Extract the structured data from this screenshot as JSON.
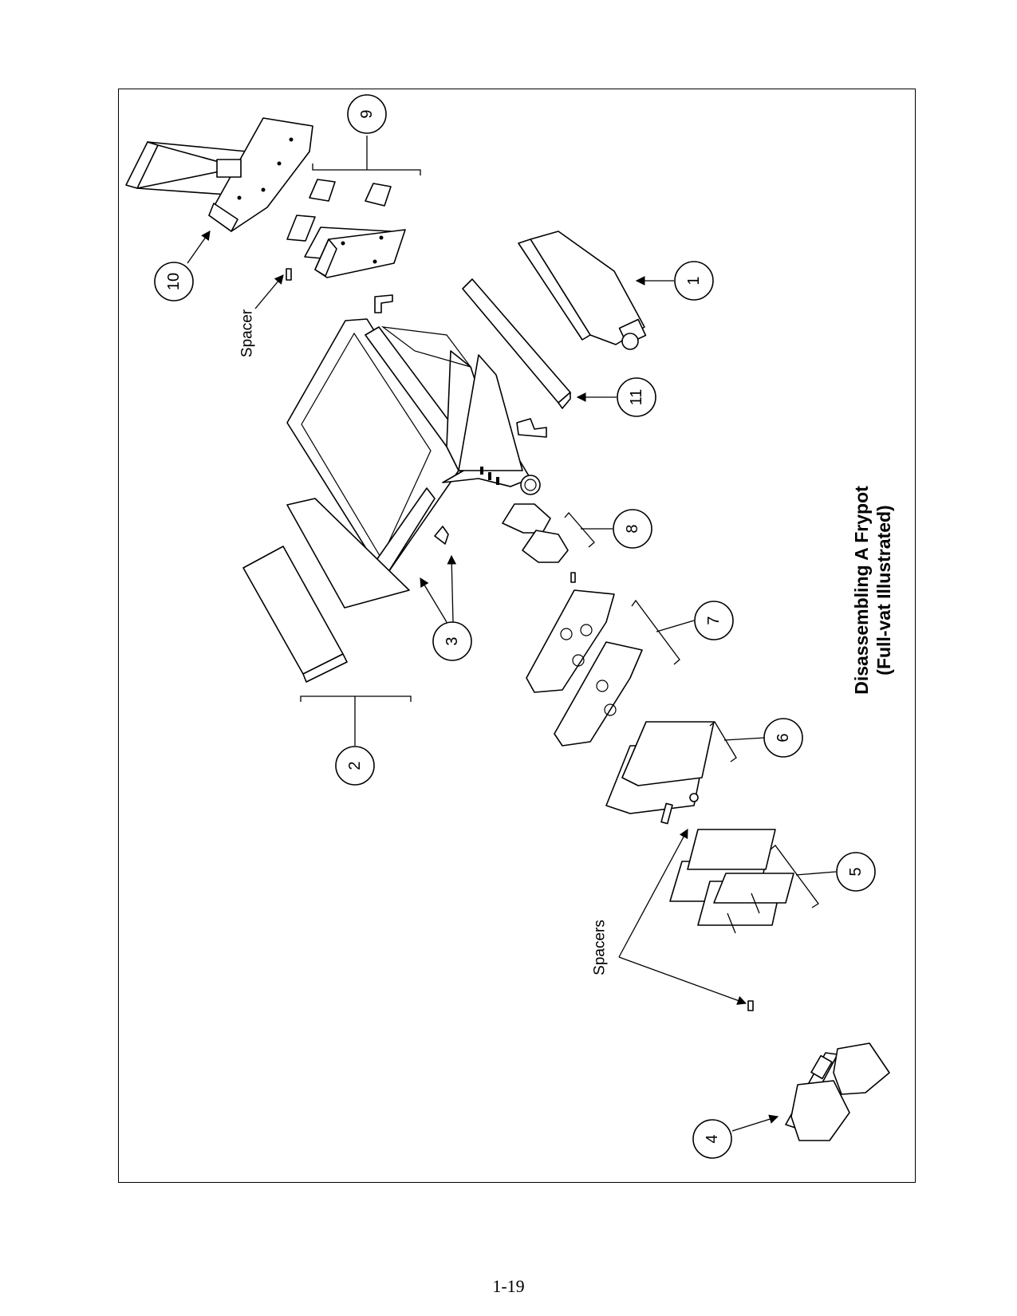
{
  "diagram": {
    "title_line1": "Disassembling A Frypot",
    "title_line2": "(Full-vat Illustrated)",
    "labels": {
      "spacer": "Spacer",
      "spacers": "Spacers"
    },
    "callouts": [
      "1",
      "2",
      "3",
      "4",
      "5",
      "6",
      "7",
      "8",
      "9",
      "10",
      "11"
    ]
  },
  "page": {
    "number": "1-19"
  }
}
